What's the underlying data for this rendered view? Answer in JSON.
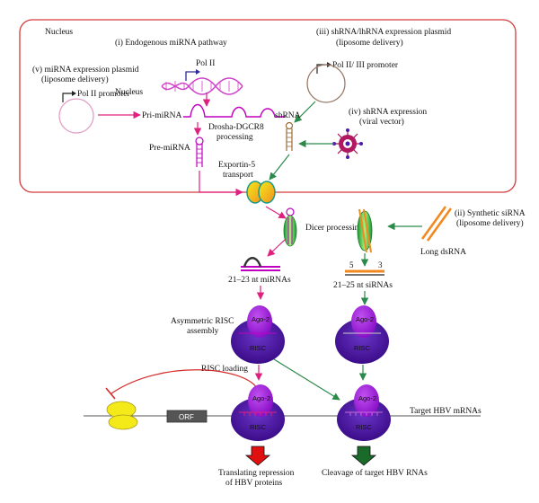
{
  "colors": {
    "nucleus_border": "#d43a3a",
    "mirna_pink": "#e0207f",
    "mirna_violet": "#c000c0",
    "pathway_green": "#2a8a4a",
    "risc_purple": "#4a14a0",
    "ago_purple": "#9a18d8",
    "orange": "#f08a20",
    "ribosome_yellow": "#f4ea1a",
    "orf_gray": "#555555",
    "repression_arrow": "#e01010",
    "cleavage_arrow": "#1a6a2a"
  },
  "labels": {
    "nucleus_title": "Nucleus",
    "nucleus_inner": "Nucleus",
    "endogenous": "(i) Endogenous miRNA pathway",
    "pol2": "Pol II",
    "shrna_plasmid_1": "(iii) shRNA/lhRNA expression plasmid",
    "shrna_plasmid_2": "(liposome delivery)",
    "pol2_3_promoter": "Pol II/ III promoter",
    "mirna_plasmid_1": "(v) miRNA expression plasmid",
    "mirna_plasmid_2": "(liposome delivery)",
    "pol2_promoter": "Pol II promoter",
    "pri_mirna": "Pri-miRNA",
    "drosha_1": "Drosha-DGCR8",
    "drosha_2": "processing",
    "shrna": "shRNA",
    "shrna_viral_1": "(iv) shRNA expression",
    "shrna_viral_2": "(viral vector)",
    "pre_mirna": "Pre-miRNA",
    "exportin_1": "Exportin-5",
    "exportin_2": "transport",
    "synthetic_1": "(ii) Synthetic siRNA",
    "synthetic_2": "(liposome delivery)",
    "dicer": "Dicer processing",
    "long_dsrna": "Long dsRNA",
    "five_prime": "5",
    "three_prime": "3",
    "mirnas": "21–23 nt miRNAs",
    "sirnas": "21–25 nt siRNAs",
    "asym_1": "Asymmetric RISC",
    "asym_2": "assembly",
    "ago2": "Ago-2",
    "risc": "RISC",
    "risc_loading": "RISC loading",
    "orf": "ORF",
    "target_mrna": "Target HBV mRNAs",
    "repression_1": "Translating repression",
    "repression_2": "of HBV proteins",
    "cleavage": "Cleavage of target HBV RNAs"
  }
}
